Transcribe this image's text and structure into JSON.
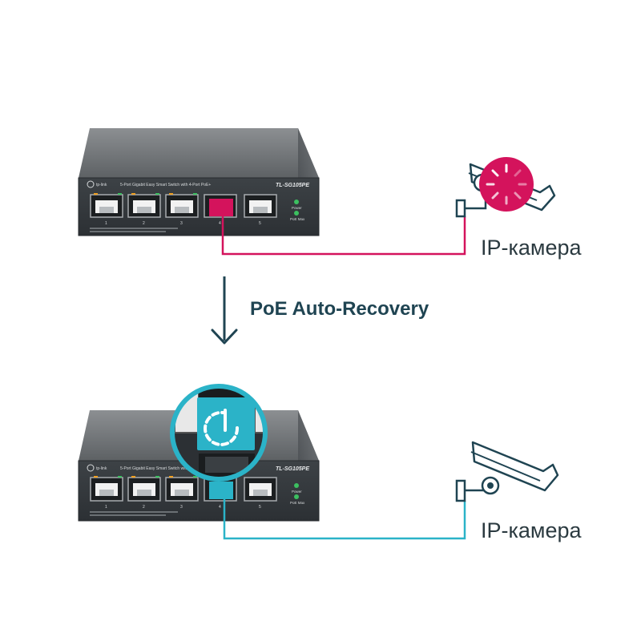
{
  "feature_label": "PoE Auto-Recovery",
  "switch": {
    "model": "TL-SG105PE",
    "description": "5-Port Gigabit Easy Smart Switch with 4-Port PoE+",
    "brand": "tp-link",
    "port_numbers": [
      "1",
      "2",
      "3",
      "4",
      "5"
    ],
    "led_labels": [
      "Power",
      "PoE Max"
    ]
  },
  "top": {
    "camera_label": "IP-камера",
    "state": "restarting",
    "line_color": "#d4135c"
  },
  "bottom": {
    "camera_label": "IP-камера",
    "state": "recovered",
    "line_color": "#2bb3c8"
  },
  "colors": {
    "pink": "#d4135c",
    "teal": "#2bb3c8",
    "camera_outline": "#1f4452",
    "arrow": "#1f4452"
  }
}
